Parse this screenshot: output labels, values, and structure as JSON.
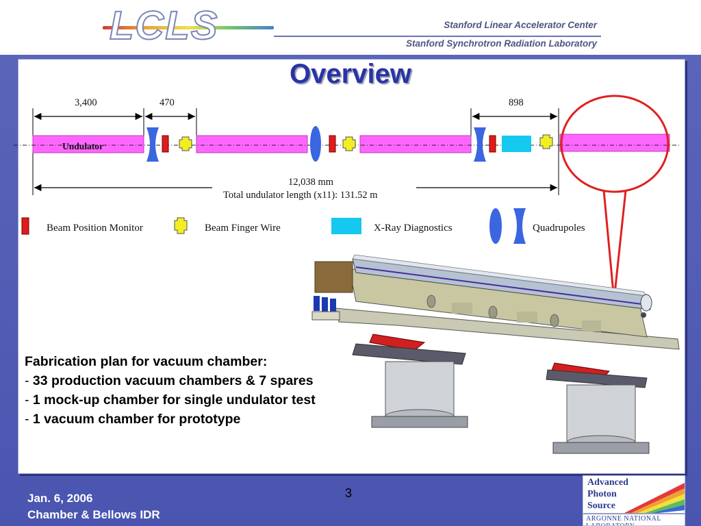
{
  "header": {
    "logo": "LCLS",
    "org_line1": "Stanford Linear Accelerator Center",
    "org_line2": "Stanford Synchrotron Radiation Laboratory"
  },
  "slide": {
    "title": "Overview",
    "dimensions": {
      "d1": "3,400",
      "d2": "470",
      "d3": "898",
      "total": "12,038 mm",
      "total_length": "Total undulator length (x11): 131.52 m"
    },
    "undulator_label": "Undulator",
    "legend": {
      "bpm": "Beam Position Monitor",
      "bfw": "Beam Finger Wire",
      "xray": "X-Ray Diagnostics",
      "quad": "Quadrupoles"
    },
    "fabrication": {
      "heading": "Fabrication plan for vacuum chamber:",
      "items": [
        "33 production vacuum chambers & 7 spares",
        "1 mock-up chamber for single undulator test",
        "1 vacuum chamber for prototype"
      ]
    },
    "page_number": "3"
  },
  "footer": {
    "date": "Jan. 6, 2006",
    "event": "Chamber & Bellows IDR"
  },
  "aps_logo": {
    "line1": "Advanced",
    "line2": "Photon",
    "line3": "Source",
    "line4": "ARGONNE NATIONAL LABORATORY"
  },
  "colors": {
    "title": "#2a33a6",
    "undulator": "#ff66ff",
    "bpm": "#e01b1b",
    "bfw": "#f2ee22",
    "xray": "#14c8f0",
    "quad": "#3a66e0",
    "highlight": "#e02020"
  }
}
